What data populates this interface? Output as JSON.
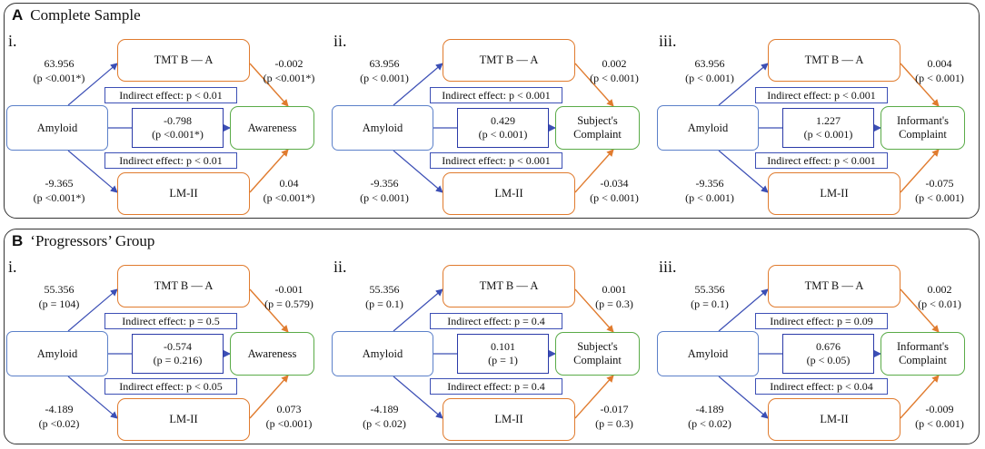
{
  "panels": [
    {
      "letter": "A",
      "title": "Complete Sample",
      "subs": [
        {
          "roman": "i.",
          "predictor": "Amyloid",
          "mediator_top": "TMT B — A",
          "mediator_bottom": "LM-II",
          "outcome": "Awareness",
          "a_top": {
            "coef": "63.956",
            "p": "(p <0.001*)"
          },
          "b_top": {
            "coef": "-0.002",
            "p": "(p <0.001*)"
          },
          "a_bottom": {
            "coef": "-9.365",
            "p": "(p <0.001*)"
          },
          "b_bottom": {
            "coef": "0.04",
            "p": "(p <0.001*)"
          },
          "indirect_top": "Indirect effect: p < 0.01",
          "indirect_bottom": "Indirect effect: p < 0.01",
          "direct": {
            "coef": "-0.798",
            "p": "(p <0.001*)"
          }
        },
        {
          "roman": "ii.",
          "predictor": "Amyloid",
          "mediator_top": "TMT B — A",
          "mediator_bottom": "LM-II",
          "outcome": "Subject's\nComplaint",
          "a_top": {
            "coef": "63.956",
            "p": "(p < 0.001)"
          },
          "b_top": {
            "coef": "0.002",
            "p": "(p < 0.001)"
          },
          "a_bottom": {
            "coef": "-9.356",
            "p": "(p < 0.001)"
          },
          "b_bottom": {
            "coef": "-0.034",
            "p": "(p < 0.001)"
          },
          "indirect_top": "Indirect effect: p < 0.001",
          "indirect_bottom": "Indirect effect: p < 0.001",
          "direct": {
            "coef": "0.429",
            "p": "(p < 0.001)"
          }
        },
        {
          "roman": "iii.",
          "predictor": "Amyloid",
          "mediator_top": "TMT B — A",
          "mediator_bottom": "LM-II",
          "outcome": "Informant's\nComplaint",
          "a_top": {
            "coef": "63.956",
            "p": "(p < 0.001)"
          },
          "b_top": {
            "coef": "0.004",
            "p": "(p < 0.001)"
          },
          "a_bottom": {
            "coef": "-9.356",
            "p": "(p < 0.001)"
          },
          "b_bottom": {
            "coef": "-0.075",
            "p": "(p < 0.001)"
          },
          "indirect_top": "Indirect effect: p < 0.001",
          "indirect_bottom": "Indirect effect: p < 0.001",
          "direct": {
            "coef": "1.227",
            "p": "(p < 0.001)"
          }
        }
      ]
    },
    {
      "letter": "B",
      "title": "‘Progressors’ Group",
      "subs": [
        {
          "roman": "i.",
          "predictor": "Amyloid",
          "mediator_top": "TMT B — A",
          "mediator_bottom": "LM-II",
          "outcome": "Awareness",
          "a_top": {
            "coef": "55.356",
            "p": "(p = 104)"
          },
          "b_top": {
            "coef": "-0.001",
            "p": "(p = 0.579)"
          },
          "a_bottom": {
            "coef": "-4.189",
            "p": "(p <0.02)"
          },
          "b_bottom": {
            "coef": "0.073",
            "p": "(p <0.001)"
          },
          "indirect_top": "Indirect effect: p = 0.5",
          "indirect_bottom": "Indirect effect: p < 0.05",
          "direct": {
            "coef": "-0.574",
            "p": "(p = 0.216)"
          }
        },
        {
          "roman": "ii.",
          "predictor": "Amyloid",
          "mediator_top": "TMT B — A",
          "mediator_bottom": "LM-II",
          "outcome": "Subject's\nComplaint",
          "a_top": {
            "coef": "55.356",
            "p": "(p = 0.1)"
          },
          "b_top": {
            "coef": "0.001",
            "p": "(p = 0.3)"
          },
          "a_bottom": {
            "coef": "-4.189",
            "p": "(p < 0.02)"
          },
          "b_bottom": {
            "coef": "-0.017",
            "p": "(p = 0.3)"
          },
          "indirect_top": "Indirect effect: p = 0.4",
          "indirect_bottom": "Indirect effect: p = 0.4",
          "direct": {
            "coef": "0.101",
            "p": "(p = 1)"
          }
        },
        {
          "roman": "iii.",
          "predictor": "Amyloid",
          "mediator_top": "TMT B — A",
          "mediator_bottom": "LM-II",
          "outcome": "Informant's\nComplaint",
          "a_top": {
            "coef": "55.356",
            "p": "(p = 0.1)"
          },
          "b_top": {
            "coef": "0.002",
            "p": "(p < 0.01)"
          },
          "a_bottom": {
            "coef": "-4.189",
            "p": "(p < 0.02)"
          },
          "b_bottom": {
            "coef": "-0.009",
            "p": "(p < 0.001)"
          },
          "indirect_top": "Indirect effect: p = 0.09",
          "indirect_bottom": "Indirect effect: p < 0.04",
          "direct": {
            "coef": "0.676",
            "p": "(p < 0.05)"
          }
        }
      ]
    }
  ],
  "colors": {
    "blue_arrow": "#3c4fb5",
    "orange_arrow": "#e07b2e",
    "predictor_border": "#5b80c9",
    "mediator_border": "#e07b2e",
    "outcome_border": "#5aab48",
    "panel_border": "#333333"
  }
}
